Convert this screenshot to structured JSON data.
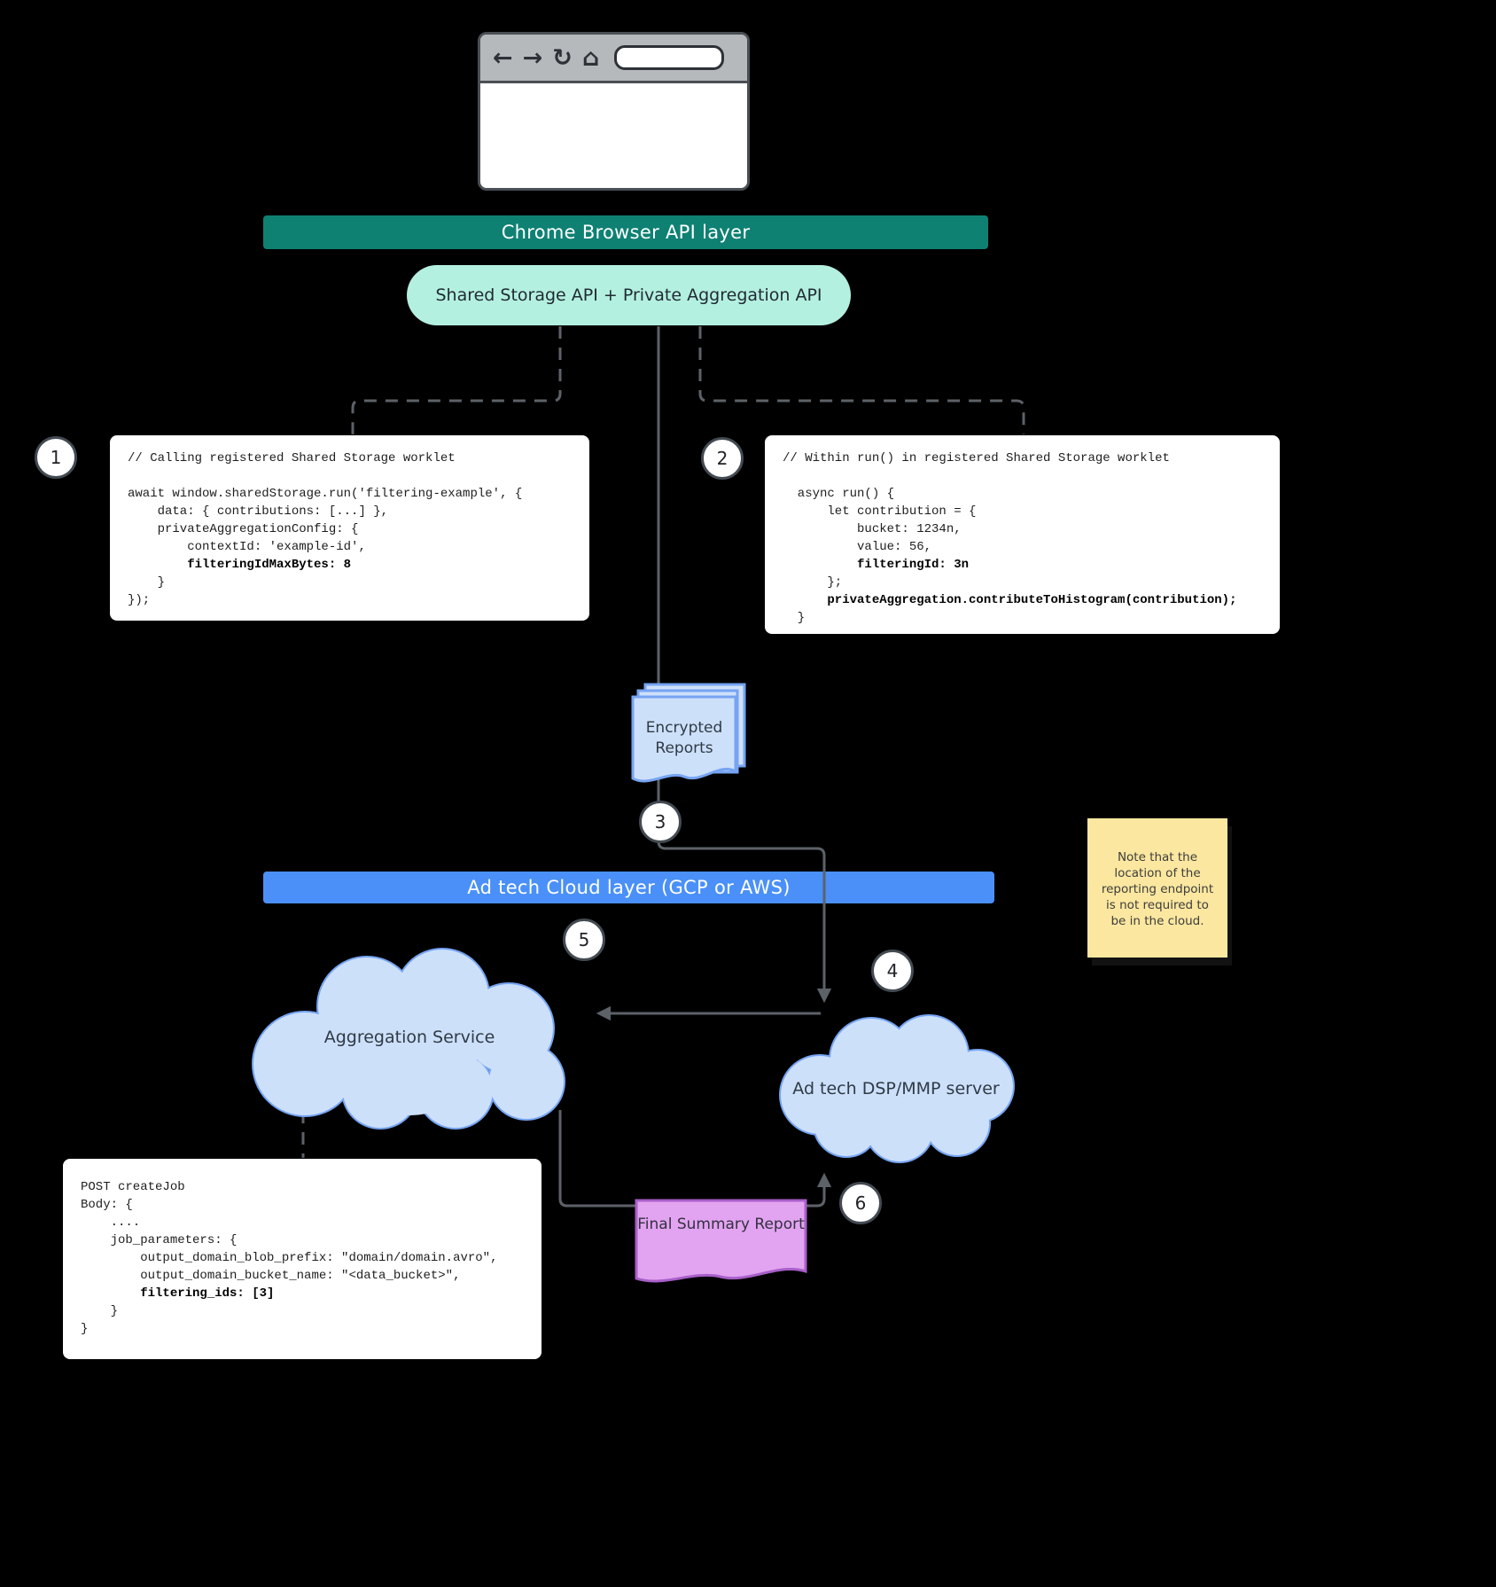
{
  "banners": {
    "chrome": "Chrome Browser API layer",
    "api_pill": "Shared Storage API + Private Aggregation API",
    "cloud": "Ad tech Cloud layer (GCP or AWS)"
  },
  "markers": [
    "1",
    "2",
    "3",
    "4",
    "5",
    "6"
  ],
  "code1": {
    "lines": [
      "// Calling registered Shared Storage worklet",
      " ",
      "await window.sharedStorage.run('filtering-example', {",
      "    data: { contributions: [...] },",
      "    privateAggregationConfig: {",
      "        contextId: 'example-id',",
      "        filteringIdMaxBytes: 8",
      "    }",
      "});"
    ]
  },
  "code2": {
    "lines": [
      "// Within run() in registered Shared Storage worklet",
      " ",
      "  async run() {",
      "      let contribution = {",
      "          bucket: 1234n,",
      "          value: 56,",
      "          filteringId: 3n",
      "      };",
      "      privateAggregation.contributeToHistogram(contribution);",
      "  }"
    ]
  },
  "code3": {
    "lines": [
      "POST createJob",
      "Body: {",
      "    ....",
      "    job_parameters: {",
      "        output_domain_blob_prefix: \"domain/domain.avro\",",
      "        output_domain_bucket_name: \"<data_bucket>\",",
      "        filtering_ids: [3]",
      "    }",
      "}"
    ]
  },
  "docs": {
    "encrypted_reports": "Encrypted Reports",
    "final_summary": "Final Summary Report"
  },
  "clouds": {
    "aggregation": "Aggregation Service",
    "dsp": "Ad tech DSP/MMP server"
  },
  "note": "Note that the location of the reporting endpoint is not required to be in the cloud.",
  "colors": {
    "teal_banner": "#0e8173",
    "mint_pill": "#b4f0e0",
    "blue_banner": "#4a90f8",
    "doc_blue_fill": "#cde0fa",
    "doc_blue_stroke": "#76a4f2",
    "purple_fill": "#e2a4f0",
    "purple_stroke": "#a85fc9",
    "note_bg": "#fbe79f",
    "connector": "#5d6269"
  }
}
